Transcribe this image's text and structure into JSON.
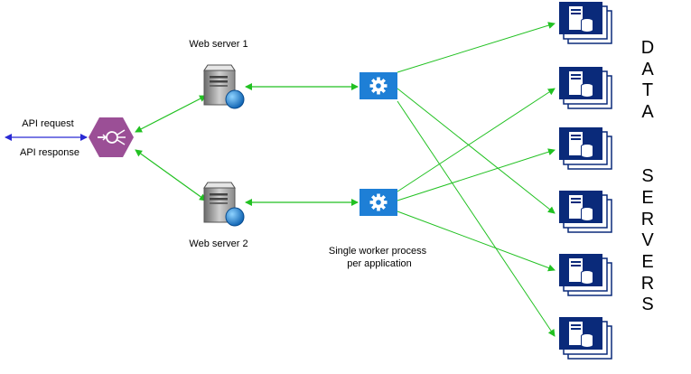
{
  "labels": {
    "web_server_1": "Web server 1",
    "web_server_2": "Web server 2",
    "api_request": "API request",
    "api_response": "API response",
    "worker_note_line1": "Single worker process",
    "worker_note_line2": "per application",
    "data_servers_title": "DATA  SERVERS"
  },
  "icons": {
    "gateway": "api-gateway-icon",
    "web_server": "web-server-icon",
    "worker": "gear-icon",
    "data_server": "database-server-stack-icon"
  },
  "colors": {
    "client_arrow": "#2a2ad4",
    "link_arrow": "#22c122",
    "gateway": "#9b4f96",
    "worker": "#1e7fd6",
    "data_server": "#0a2a7a"
  }
}
